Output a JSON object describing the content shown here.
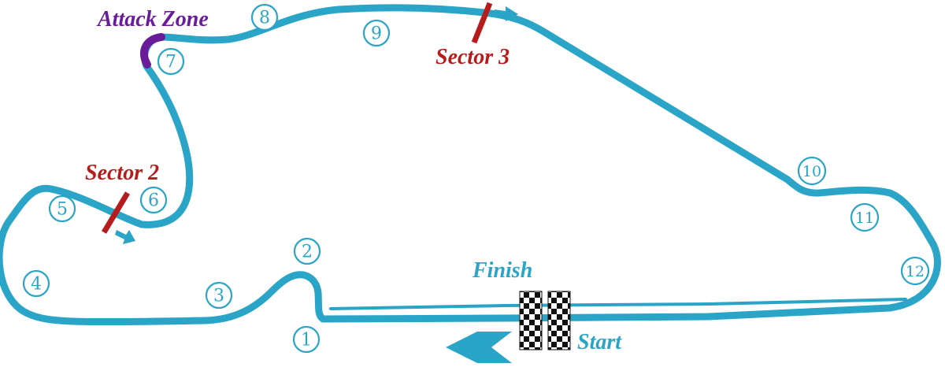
{
  "colors": {
    "track": "#2aa5c7",
    "attack_zone": "#6a1b9a",
    "sector": "#b71c1c",
    "background": "#ffffff"
  },
  "labels": {
    "attack_zone": "Attack Zone",
    "sector2": "Sector 2",
    "sector3": "Sector 3",
    "finish": "Finish",
    "start": "Start"
  },
  "turns": [
    "1",
    "2",
    "3",
    "4",
    "5",
    "6",
    "7",
    "8",
    "9",
    "10",
    "11",
    "12"
  ],
  "icons": {
    "direction": "chevron-left-arrow",
    "flag": "checkered-flag",
    "sector_direction": "small-arrow"
  }
}
